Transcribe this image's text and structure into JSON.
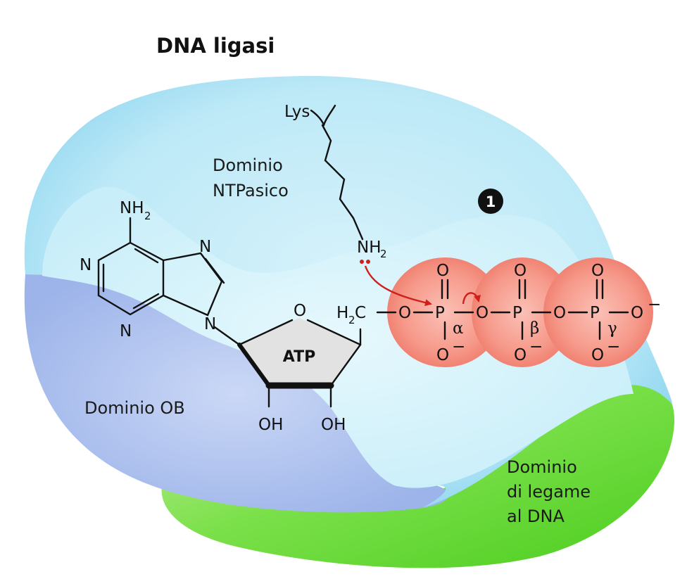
{
  "title": "DNA ligasi",
  "domains": {
    "ntp_line1": "Dominio",
    "ntp_line2": "NTPasico",
    "ob": "Dominio OB",
    "dna_line1": "Dominio",
    "dna_line2": "di legame",
    "dna_line3": "al DNA"
  },
  "step_number": "1",
  "lysine": {
    "name": "Lys",
    "amine": "NH",
    "amine_sub": "2"
  },
  "adenine": {
    "amino": "NH",
    "amino_sub": "2",
    "ring_n1": "N",
    "ring_n3": "N",
    "ring_n7": "N",
    "ring_n9": "N"
  },
  "ribose": {
    "label": "ATP",
    "ring_o": "O",
    "oh_left": "OH",
    "oh_right": "OH",
    "c5": "C",
    "c5_h": "H",
    "c5_sub": "2"
  },
  "phosphates": {
    "atom": "P",
    "oxygen": "O",
    "alpha": "α",
    "beta": "β",
    "gamma": "γ",
    "minus": "−"
  },
  "colors": {
    "ntp_domain": "#a9e3f5",
    "ob_domain": "#b4c8f2",
    "dna_domain": "#6fdc3f",
    "phosphate": "#f3877a",
    "arrow": "#d0201b"
  }
}
